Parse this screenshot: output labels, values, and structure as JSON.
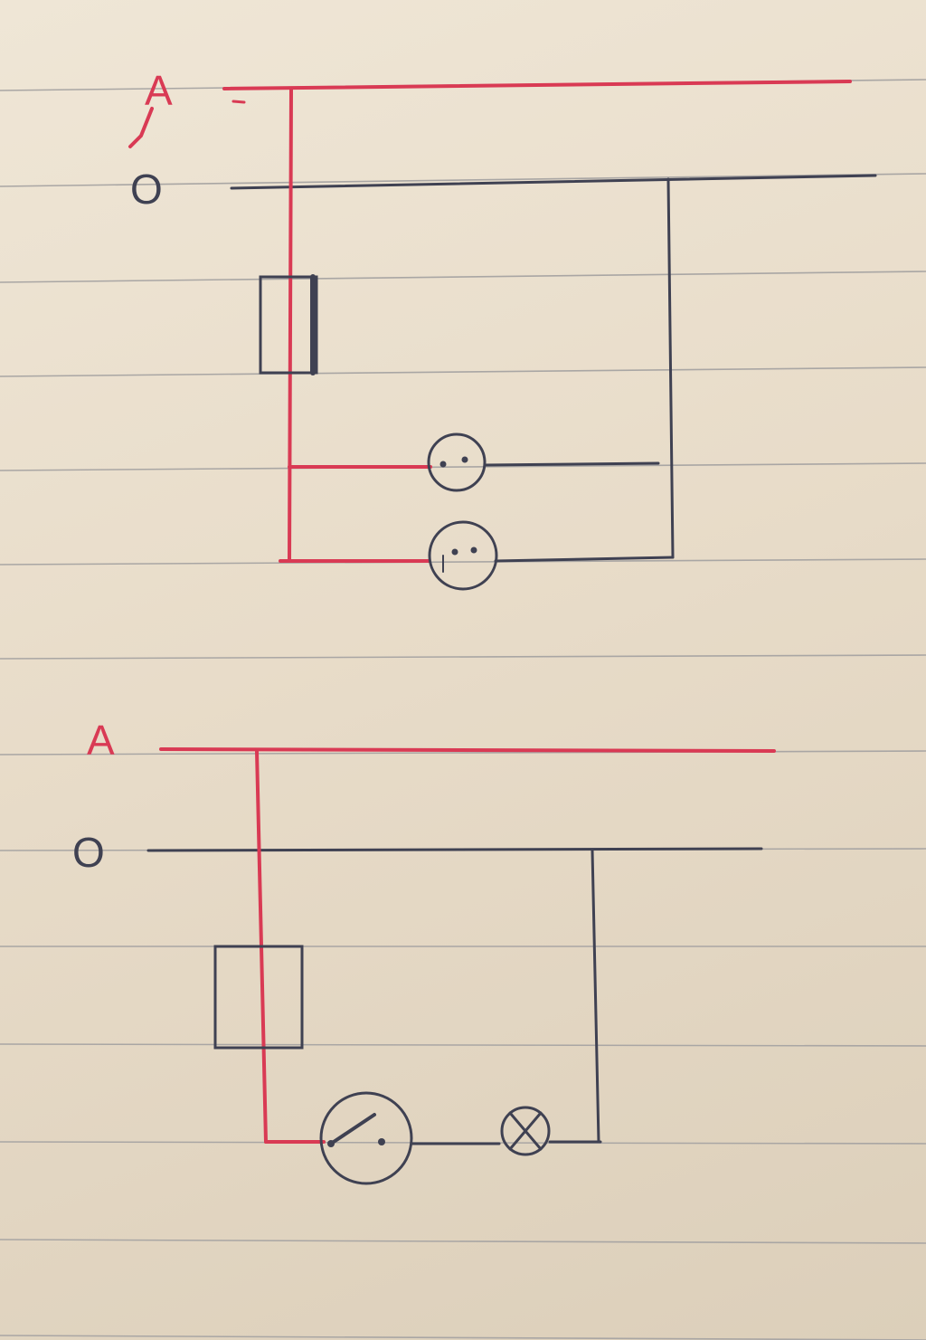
{
  "diagrams": [
    {
      "phase_label": "A",
      "neutral_label": "O",
      "components": [
        "fuse",
        "socket",
        "socket"
      ]
    },
    {
      "phase_label": "A",
      "neutral_label": "O",
      "components": [
        "fuse",
        "switch",
        "lamp"
      ]
    }
  ],
  "colors": {
    "paper": "#e9ddcb",
    "ruled_line": "#a9a6a4",
    "phase_wire": "#d93a54",
    "neutral_wire": "#3f4152"
  },
  "icons": [
    "fuse-icon",
    "socket-icon",
    "switch-icon",
    "lamp-icon"
  ]
}
